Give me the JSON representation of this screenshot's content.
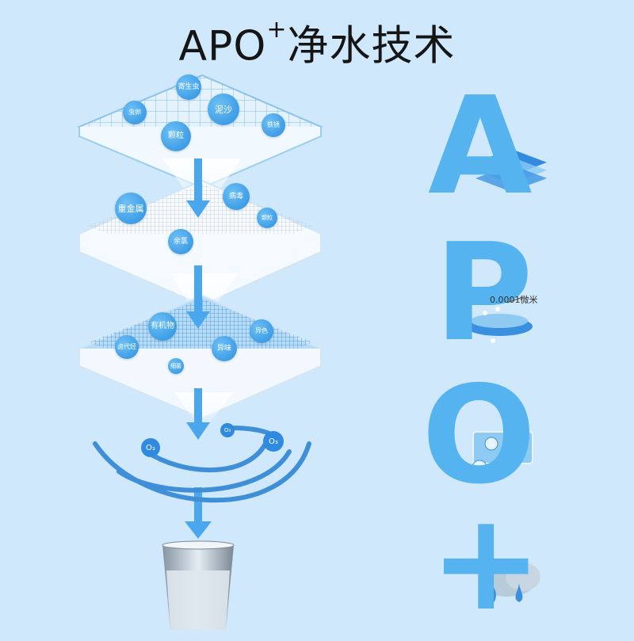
{
  "title": {
    "prefix": "APO",
    "plus": "+",
    "cn": "净水技术"
  },
  "layers": {
    "layer1": [
      "寄生虫",
      "虫卵",
      "泥沙",
      "颗粒",
      "铁锈"
    ],
    "layer2": [
      "重金属",
      "病毒",
      "颗粒",
      "余氯"
    ],
    "layer3": [
      "有机物",
      "异色",
      "卤代烃",
      "异味",
      "细菌"
    ]
  },
  "ozone_labels": [
    "O₃",
    "O₃",
    "O₃"
  ],
  "letters": [
    "A",
    "P",
    "O",
    "+"
  ],
  "membrane_label": "0.0001微米",
  "colors": {
    "background": "#cfe8fb",
    "letter": "#55b3f0",
    "arrow": "#4aa7ee",
    "bubble": "#3a9ee8"
  }
}
